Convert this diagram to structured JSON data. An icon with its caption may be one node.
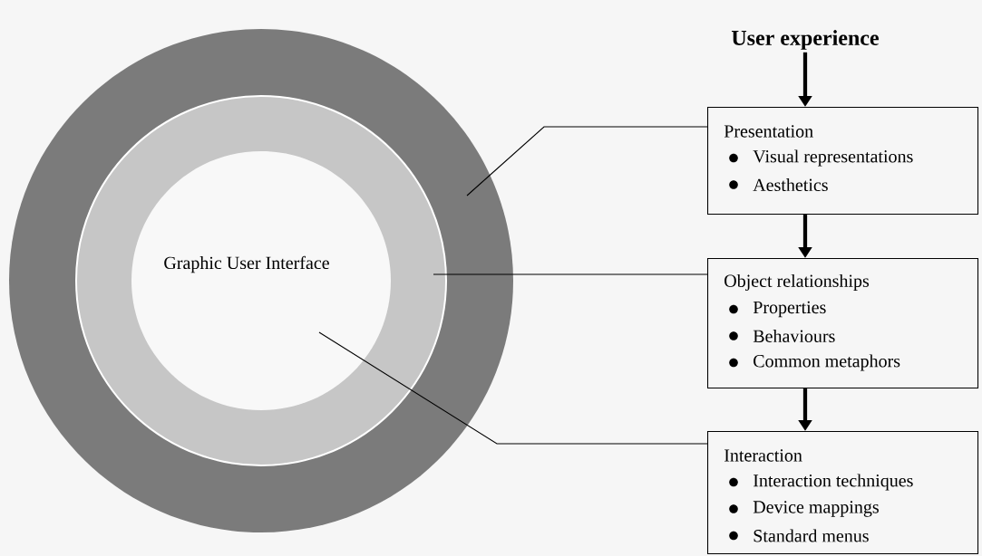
{
  "diagram": {
    "nodes": [
      {
        "text": [
          "User experience"
        ]
      },
      {
        "text": [],
        "shape": "circle"
      },
      {
        "text": [],
        "shape": "circle",
        "in": 1
      },
      {
        "text": [
          "Graphic User Interface"
        ],
        "in": 2
      },
      {
        "text": [
          "Presentation",
          "Visual representations",
          "Aesthetics"
        ]
      },
      {
        "text": [
          "Object relationships",
          "Properties",
          "Behaviours",
          "Common metaphors"
        ]
      },
      {
        "text": [
          "Interaction",
          "Interaction techniques",
          "Device mappings",
          "Standard menus"
        ]
      }
    ],
    "edges": [
      {
        "from": 0,
        "to": 4,
        "arrow": "to",
        "style": "thick"
      },
      {
        "from": 4,
        "to": 5,
        "arrow": "to",
        "style": "thick"
      },
      {
        "from": 5,
        "to": 6,
        "arrow": "to",
        "style": "thick"
      },
      {
        "from": 4,
        "to": 1,
        "arrow": "none"
      },
      {
        "from": 5,
        "to": 2,
        "arrow": "none"
      },
      {
        "from": 6,
        "to": 3,
        "arrow": "none"
      }
    ]
  }
}
